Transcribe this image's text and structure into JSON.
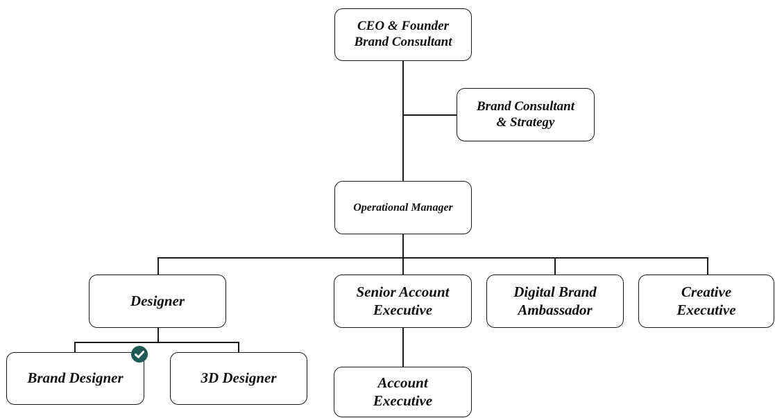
{
  "nodes": {
    "ceo": {
      "line1": "CEO & Founder",
      "line2": "Brand Consultant"
    },
    "brand_consultant": {
      "line1": "Brand Consultant",
      "line2": "& Strategy"
    },
    "operational_manager": {
      "label": "Operational Manager"
    },
    "designer": {
      "label": "Designer"
    },
    "senior_account_executive": {
      "line1": "Senior Account",
      "line2": "Executive"
    },
    "digital_brand_ambassador": {
      "line1": "Digital Brand",
      "line2": "Ambassador"
    },
    "creative_executive": {
      "line1": "Creative",
      "line2": "Executive"
    },
    "brand_designer": {
      "label": "Brand Designer"
    },
    "designer_3d": {
      "label": "3D Designer"
    },
    "account_executive": {
      "line1": "Account",
      "line2": "Executive"
    }
  },
  "badge": {
    "icon": "check-icon",
    "color": "#1f5a57"
  },
  "colors": {
    "line": "#1a1a1a",
    "node_border": "#1a1a1a",
    "text": "#111111"
  }
}
